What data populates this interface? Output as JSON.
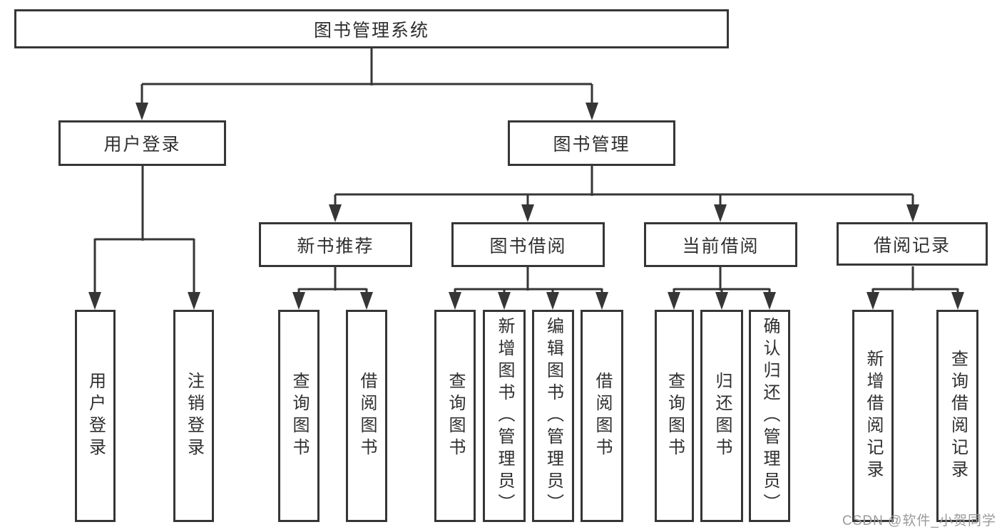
{
  "tree": {
    "label": "图书管理系统",
    "children": [
      {
        "label": "用户登录",
        "children": [
          {
            "label": "用户登录"
          },
          {
            "label": "注销登录"
          }
        ]
      },
      {
        "label": "图书管理",
        "children": [
          {
            "label": "新书推荐",
            "children": [
              {
                "label": "查询图书"
              },
              {
                "label": "借阅图书"
              }
            ]
          },
          {
            "label": "图书借阅",
            "children": [
              {
                "label": "查询图书"
              },
              {
                "label": "新增图书（管理员）"
              },
              {
                "label": "编辑图书（管理员）"
              },
              {
                "label": "借阅图书"
              }
            ]
          },
          {
            "label": "当前借阅",
            "children": [
              {
                "label": "查询图书"
              },
              {
                "label": "归还图书"
              },
              {
                "label": "确认归还（管理员）"
              }
            ]
          },
          {
            "label": "借阅记录",
            "children": [
              {
                "label": "新增借阅记录"
              },
              {
                "label": "查询借阅记录"
              }
            ]
          }
        ]
      }
    ]
  },
  "watermark": "CSDN @软件_小贺同学",
  "colors": {
    "line": "#363636",
    "text": "#2f2f2f",
    "watermark": "#9b9b9f",
    "background": "#ffffff"
  }
}
